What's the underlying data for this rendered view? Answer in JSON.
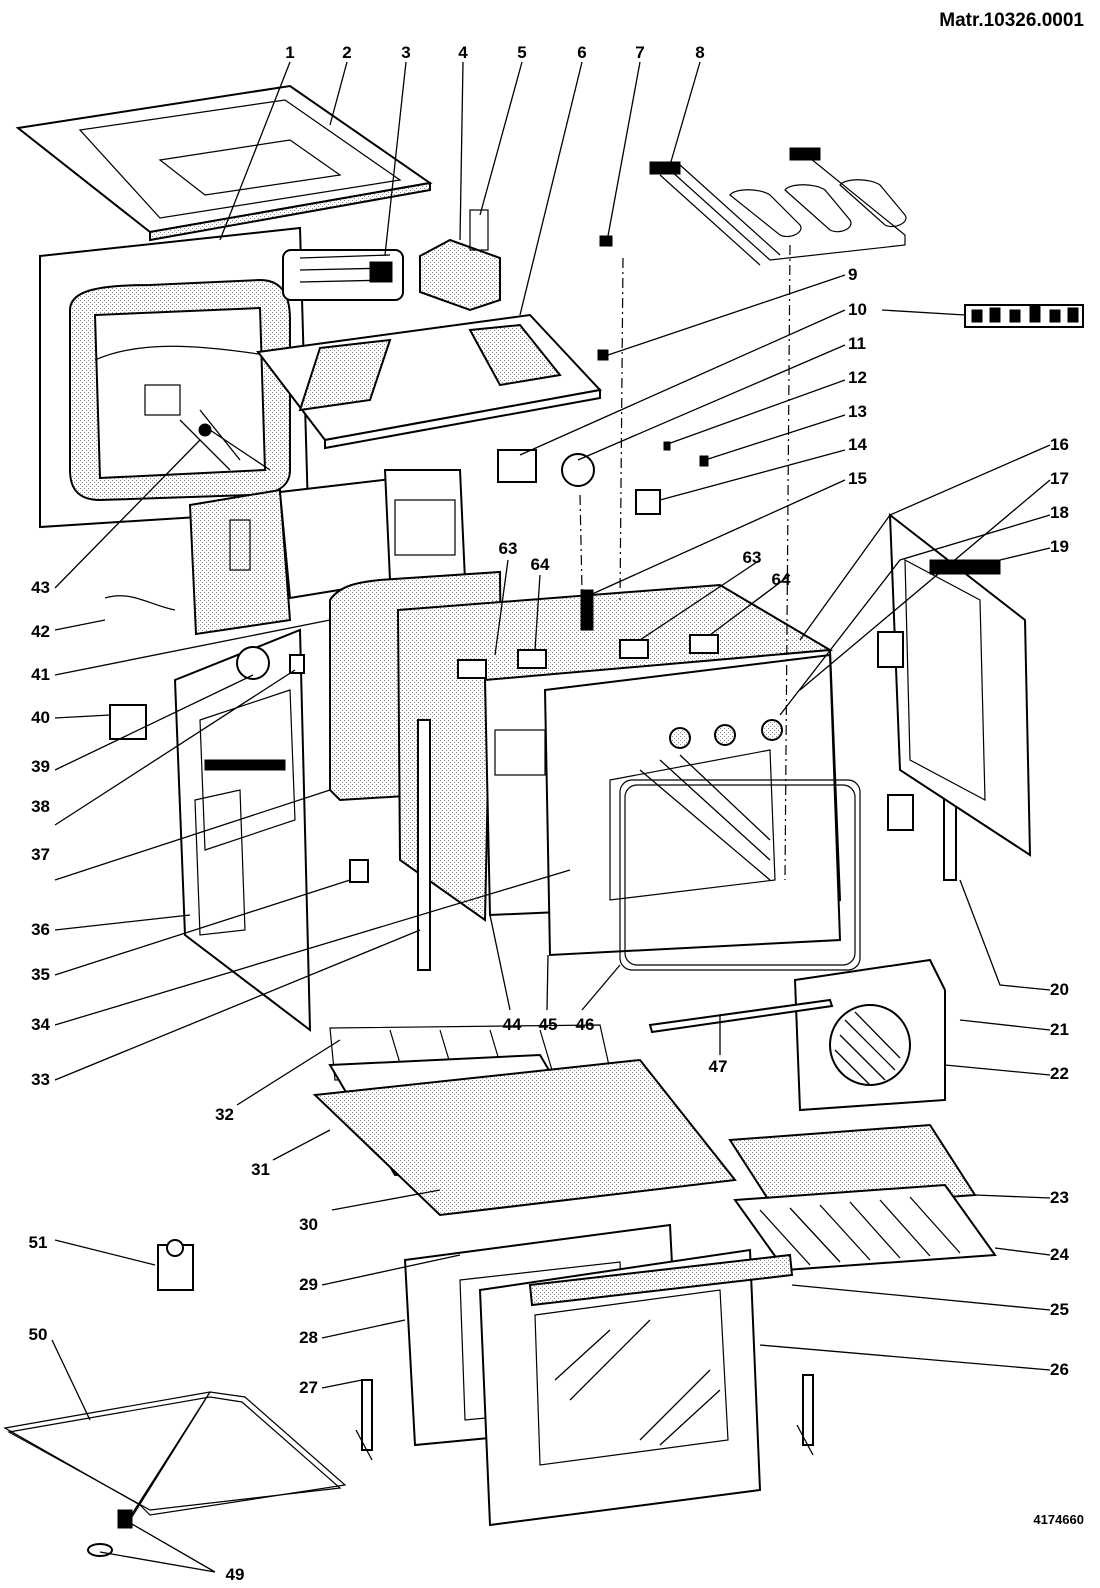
{
  "header": {
    "reference": "Matr.10326.0001"
  },
  "footer": {
    "drawing_number": "4174660"
  },
  "diagram": {
    "title": "Oven exploded parts diagram",
    "callouts": [
      {
        "id": "1",
        "text": "1"
      },
      {
        "id": "2",
        "text": "2"
      },
      {
        "id": "3",
        "text": "3"
      },
      {
        "id": "4",
        "text": "4"
      },
      {
        "id": "5",
        "text": "5"
      },
      {
        "id": "6",
        "text": "6"
      },
      {
        "id": "7",
        "text": "7"
      },
      {
        "id": "8",
        "text": "8"
      },
      {
        "id": "9",
        "text": "9"
      },
      {
        "id": "10",
        "text": "10"
      },
      {
        "id": "11",
        "text": "11"
      },
      {
        "id": "12",
        "text": "12"
      },
      {
        "id": "13",
        "text": "13"
      },
      {
        "id": "14",
        "text": "14"
      },
      {
        "id": "15",
        "text": "15"
      },
      {
        "id": "16",
        "text": "16"
      },
      {
        "id": "17",
        "text": "17"
      },
      {
        "id": "18",
        "text": "18"
      },
      {
        "id": "19",
        "text": "19"
      },
      {
        "id": "20",
        "text": "20"
      },
      {
        "id": "21",
        "text": "21"
      },
      {
        "id": "22",
        "text": "22"
      },
      {
        "id": "23",
        "text": "23"
      },
      {
        "id": "24",
        "text": "24"
      },
      {
        "id": "25",
        "text": "25"
      },
      {
        "id": "26",
        "text": "26"
      },
      {
        "id": "27",
        "text": "27"
      },
      {
        "id": "28",
        "text": "28"
      },
      {
        "id": "29",
        "text": "29"
      },
      {
        "id": "30",
        "text": "30"
      },
      {
        "id": "31",
        "text": "31"
      },
      {
        "id": "32",
        "text": "32"
      },
      {
        "id": "33",
        "text": "33"
      },
      {
        "id": "34",
        "text": "34"
      },
      {
        "id": "35",
        "text": "35"
      },
      {
        "id": "36",
        "text": "36"
      },
      {
        "id": "37",
        "text": "37"
      },
      {
        "id": "38",
        "text": "38"
      },
      {
        "id": "39",
        "text": "39"
      },
      {
        "id": "40",
        "text": "40"
      },
      {
        "id": "41",
        "text": "41"
      },
      {
        "id": "42",
        "text": "42"
      },
      {
        "id": "43",
        "text": "43"
      },
      {
        "id": "44",
        "text": "44"
      },
      {
        "id": "45",
        "text": "45"
      },
      {
        "id": "46",
        "text": "46"
      },
      {
        "id": "47",
        "text": "47"
      },
      {
        "id": "49",
        "text": "49"
      },
      {
        "id": "50",
        "text": "50"
      },
      {
        "id": "51",
        "text": "51"
      },
      {
        "id": "63a",
        "text": "63"
      },
      {
        "id": "64a",
        "text": "64"
      },
      {
        "id": "63b",
        "text": "63"
      },
      {
        "id": "64b",
        "text": "64"
      }
    ]
  }
}
